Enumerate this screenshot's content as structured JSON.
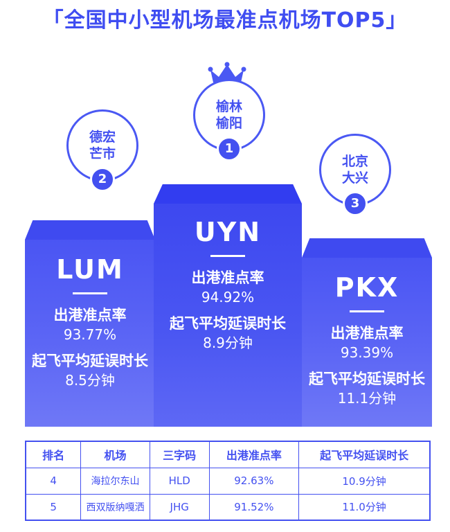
{
  "title": "「全国中小型机场最准点机场TOP5」",
  "colors": {
    "primary": "#4350f0",
    "podium": "#4a55f3",
    "background": "#ffffff"
  },
  "icons": {
    "crown": "crown-icon"
  },
  "metric_labels": {
    "on_time": "出港准点率",
    "delay": "起飞平均延误时长"
  },
  "top3": [
    {
      "rank": "1",
      "city_line1": "榆林",
      "city_line2": "榆阳",
      "code": "UYN",
      "on_time": "94.92%",
      "delay": "8.9分钟"
    },
    {
      "rank": "2",
      "city_line1": "德宏",
      "city_line2": "芒市",
      "code": "LUM",
      "on_time": "93.77%",
      "delay": "8.5分钟"
    },
    {
      "rank": "3",
      "city_line1": "北京",
      "city_line2": "大兴",
      "code": "PKX",
      "on_time": "93.39%",
      "delay": "11.1分钟"
    }
  ],
  "table": {
    "headers": [
      "排名",
      "机场",
      "三字码",
      "出港准点率",
      "起飞平均延误时长"
    ],
    "rows": [
      [
        "4",
        "海拉尔东山",
        "HLD",
        "92.63%",
        "10.9分钟"
      ],
      [
        "5",
        "西双版纳嘎洒",
        "JHG",
        "91.52%",
        "11.0分钟"
      ]
    ]
  }
}
